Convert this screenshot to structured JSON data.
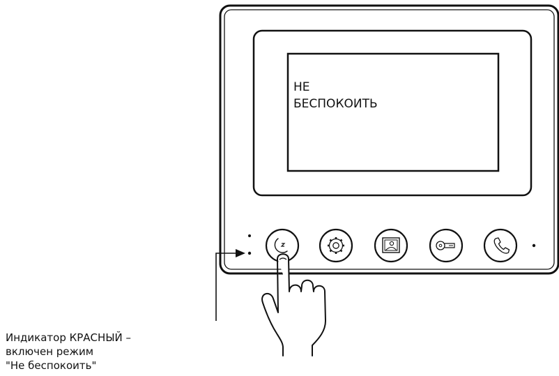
{
  "screen": {
    "line1": "НЕ",
    "line2": "БЕСПОКОИТЬ"
  },
  "buttons": [
    {
      "icon": "do-not-disturb-icon"
    },
    {
      "icon": "gear-icon"
    },
    {
      "icon": "photo-icon"
    },
    {
      "icon": "key-icon"
    },
    {
      "icon": "phone-icon"
    }
  ],
  "caption": {
    "line1": "Индикатор КРАСНЫЙ –",
    "line2": "включен режим",
    "line3": "\"Не беспокоить\""
  },
  "colors": {
    "stroke": "#111111",
    "background": "#ffffff"
  }
}
